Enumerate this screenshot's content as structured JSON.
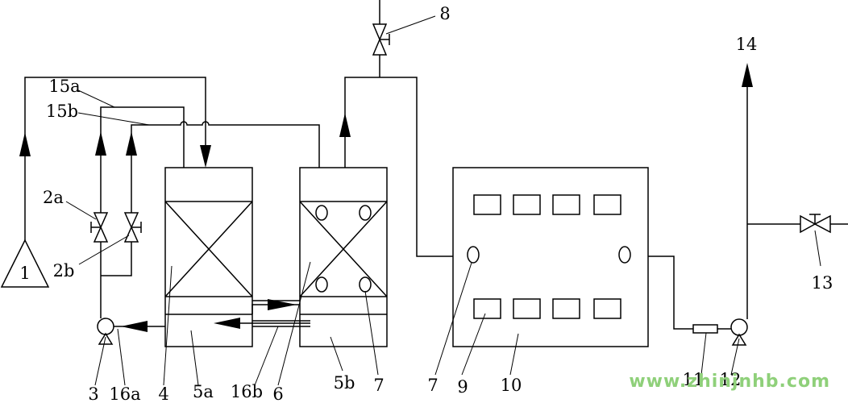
{
  "labels": {
    "source": "1",
    "valve_2a": "2a",
    "valve_2b": "2b",
    "pump_3": "3",
    "pipe_16a": "16a",
    "column_4": "4",
    "tank_5a": "5a",
    "pipe_16b": "16b",
    "column_6": "6",
    "tank_5b": "5b",
    "hole_7_right": "7",
    "hole_7_left": "7",
    "window_9": "9",
    "chamber_10": "10",
    "filter_11": "11",
    "pump_12": "12",
    "valve_13": "13",
    "outlet_14": "14",
    "pipe_15a": "15a",
    "pipe_15b": "15b",
    "valve_8": "8"
  },
  "watermark": "www.zhinjnhb.com"
}
